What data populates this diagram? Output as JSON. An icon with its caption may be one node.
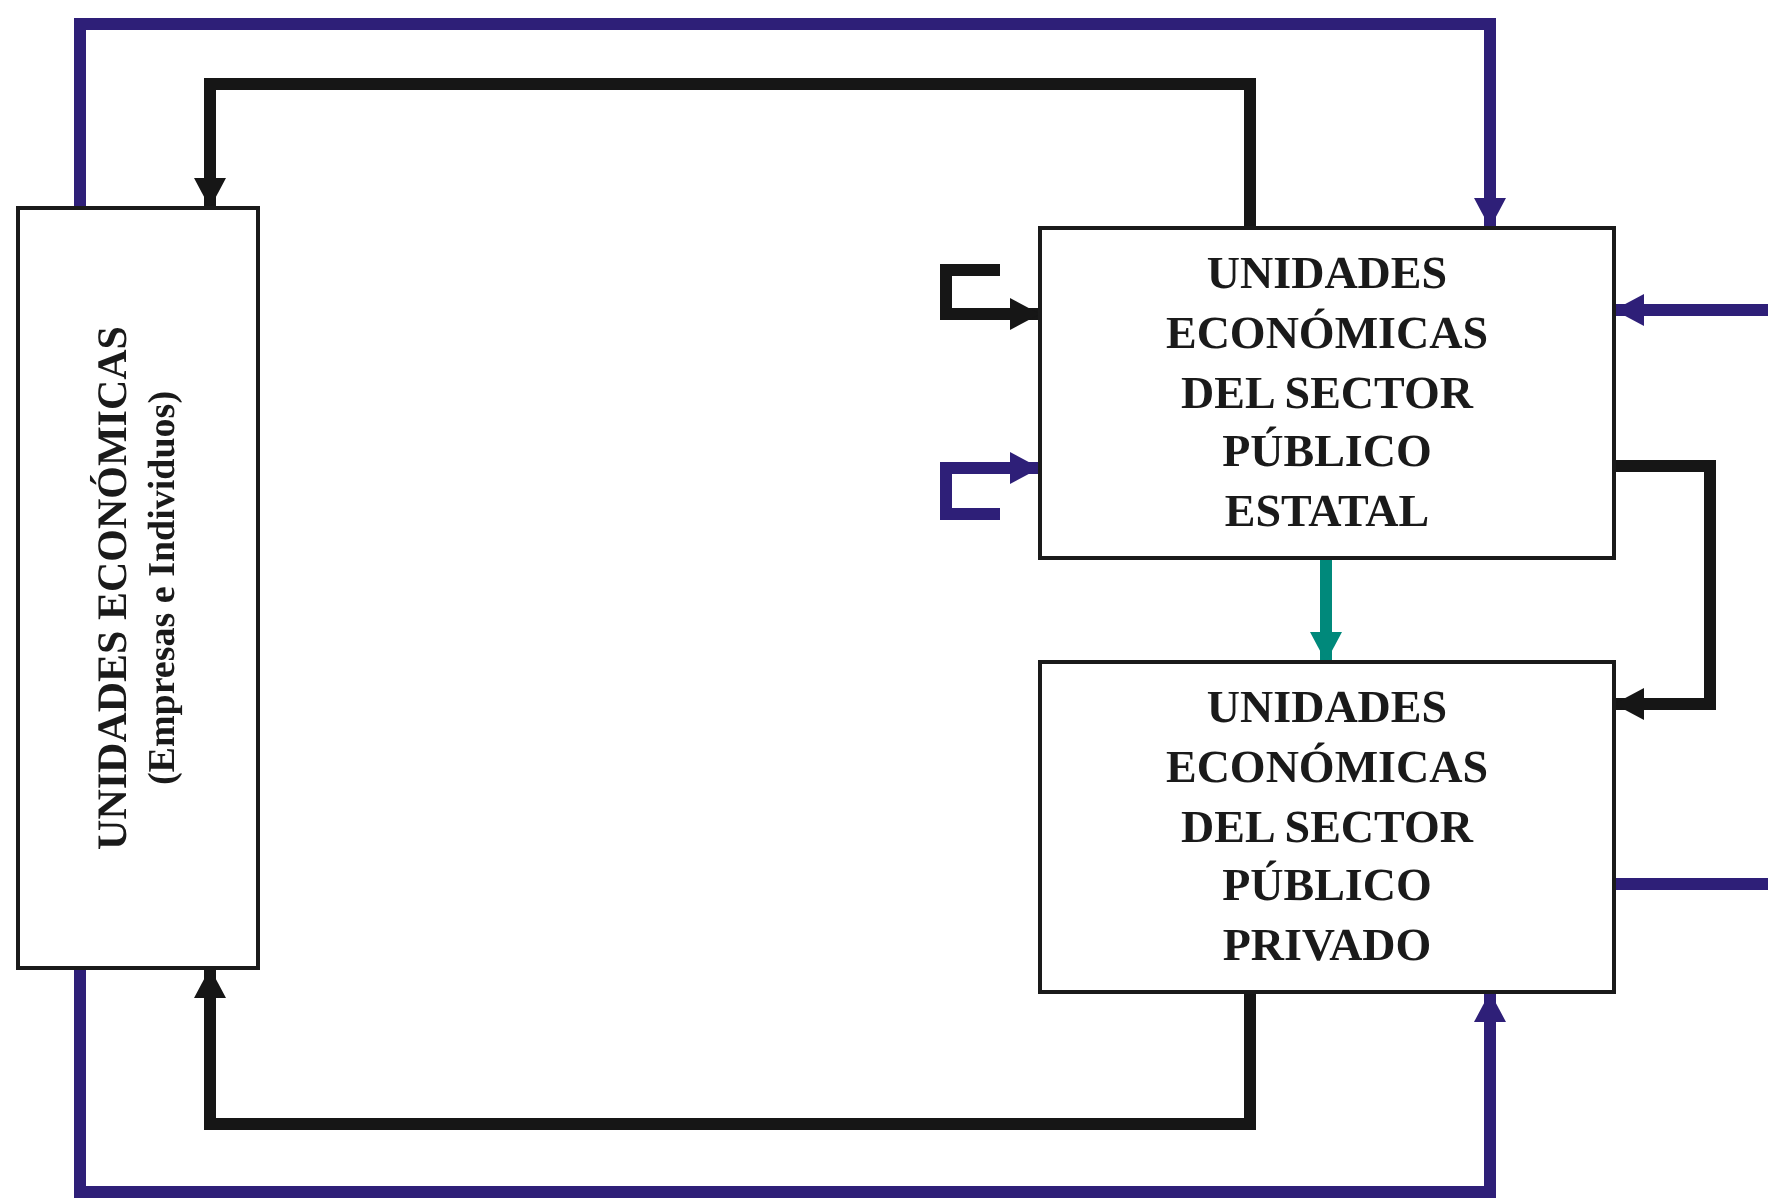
{
  "diagram": {
    "nodes": [
      {
        "text": [
          "UNIDADES ECONÓMICAS",
          "(Empresas e Individuos)"
        ]
      },
      {
        "text": [
          "UNIDADES ECONÓMICAS DEL SECTOR PÚBLICO ESTATAL"
        ]
      },
      {
        "text": [
          "UNIDADES ECONÓMICAS DEL SECTOR PÚBLICO PRIVADO"
        ]
      }
    ],
    "edges": [
      {
        "from": 0,
        "to": 1,
        "arrow": "to"
      },
      {
        "from": 1,
        "to": 0,
        "arrow": "to",
        "color": "#161616"
      },
      {
        "from": null,
        "to": 1,
        "arrow": "to",
        "color": "#161616"
      },
      {
        "from": null,
        "to": 1,
        "arrow": "to"
      },
      {
        "from": null,
        "to": 1,
        "arrow": "to"
      },
      {
        "from": 1,
        "to": 2,
        "arrow": "to",
        "color": "#00897b"
      },
      {
        "from": 1,
        "to": 2,
        "arrow": "to",
        "color": "#161616"
      },
      {
        "from": 2,
        "to": null,
        "arrow": "none"
      },
      {
        "from": 2,
        "to": 0,
        "arrow": "to",
        "color": "#161616"
      },
      {
        "from": 0,
        "to": 2,
        "arrow": "to"
      }
    ]
  }
}
